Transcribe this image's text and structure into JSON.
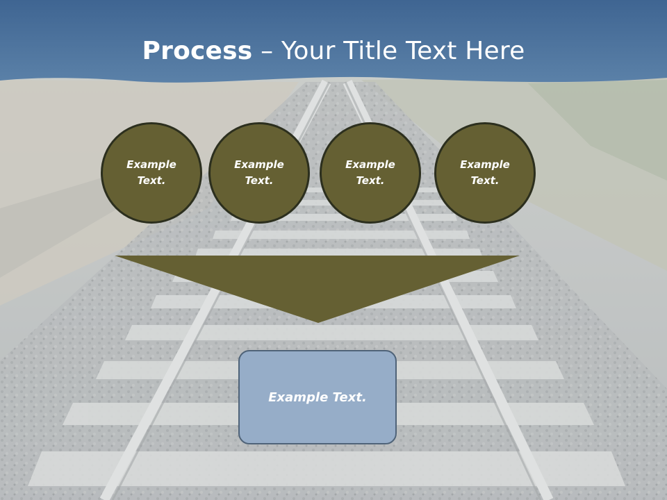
{
  "slide": {
    "title_bold": "Process",
    "title_rest": " – Your Title Text Here",
    "circles": [
      "Example Text.",
      "Example Text.",
      "Example Text.",
      "Example Text."
    ],
    "result": "Example Text."
  },
  "colors": {
    "header": "#4a6f98",
    "circle_fill": "#656033",
    "arrow_fill": "#656033",
    "box_fill": "#96adc8"
  }
}
